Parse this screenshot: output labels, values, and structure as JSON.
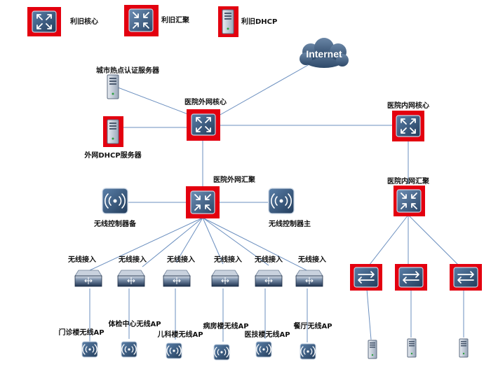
{
  "legend": {
    "core": "利旧核心",
    "aggregation": "利旧汇聚",
    "dhcp": "利旧DHCP"
  },
  "cloud": "Internet",
  "servers": {
    "city_hotspot_auth": "城市热点认证服务器",
    "external_dhcp": "外网DHCP服务器"
  },
  "external_network": {
    "core": "医院外网核心",
    "aggregation": "医院外网汇聚",
    "wlc_backup": "无线控制器备",
    "wlc_primary": "无线控制器主"
  },
  "internal_network": {
    "core": "医院内网核心",
    "aggregation": "医院内网汇聚"
  },
  "access_switches": [
    "无线接入",
    "无线接入",
    "无线接入",
    "无线接入",
    "无线接入",
    "无线接入"
  ],
  "access_points": [
    "门诊楼无线AP",
    "体检中心无线AP",
    "儿科楼无线AP",
    "病房楼无线AP",
    "医技楼无线AP",
    "餐厅无线AP"
  ],
  "colors": {
    "legacy_highlight": "#e3000f",
    "device_body": "#2f4f74",
    "link": "#6b8fbf",
    "cloud": "#4a6787"
  }
}
